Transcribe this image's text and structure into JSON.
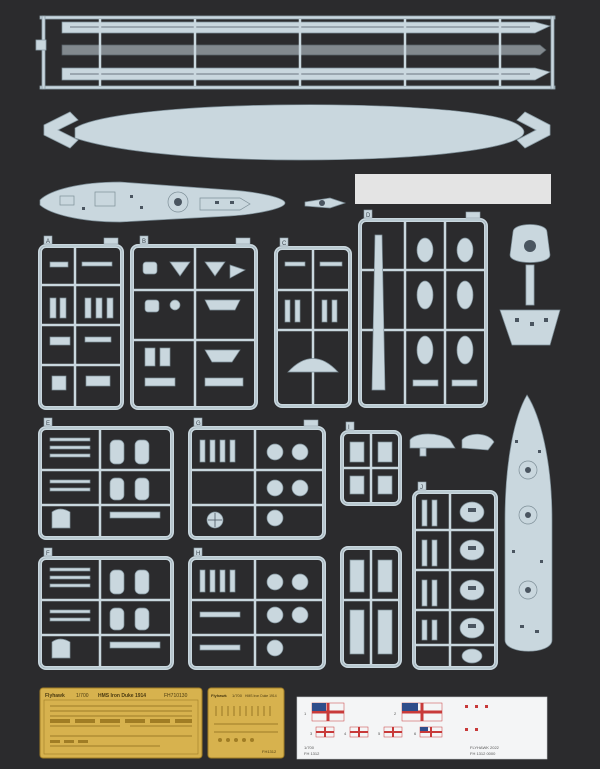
{
  "colors": {
    "background": "#2b2b2d",
    "plastic": "#c9d7de",
    "plastic_edge": "#9fb0b9",
    "plastic_shadow": "#7e8f98",
    "detail": "#4a5560",
    "pe_brass": "#d7b24e",
    "pe_brass_dark": "#a07d25",
    "decal_paper": "#f4f5f6",
    "decal_red": "#c83a3a",
    "decal_blue": "#2f4d8a",
    "blank_label": "#e4e4e4"
  },
  "sprues": {
    "A": {
      "letter": "A"
    },
    "B": {
      "letter": "B"
    },
    "C": {
      "letter": "C"
    },
    "D": {
      "letter": "D"
    },
    "E": {
      "letter": "E"
    },
    "F": {
      "letter": "F"
    },
    "G": {
      "letter": "G"
    },
    "H": {
      "letter": "H"
    },
    "I": {
      "letter": "I"
    },
    "J": {
      "letter": "J"
    }
  },
  "photo_etch_large": {
    "brand": "Flyhawk",
    "scale": "1/700",
    "ship": "HMS Iron Duke 1914",
    "code": "FH710130"
  },
  "photo_etch_small": {
    "brand": "Flyhawk",
    "scale": "1/700",
    "ship": "HMS Iron Duke 1914",
    "code": "FH1312"
  },
  "decal_sheet": {
    "numbers": [
      "1",
      "2",
      "3",
      "4",
      "5",
      "6"
    ],
    "scale": "1/700",
    "code_left": "FH 1312",
    "brand_right": "FLYHAWK 2022",
    "code_right": "FH 1312 0000"
  }
}
